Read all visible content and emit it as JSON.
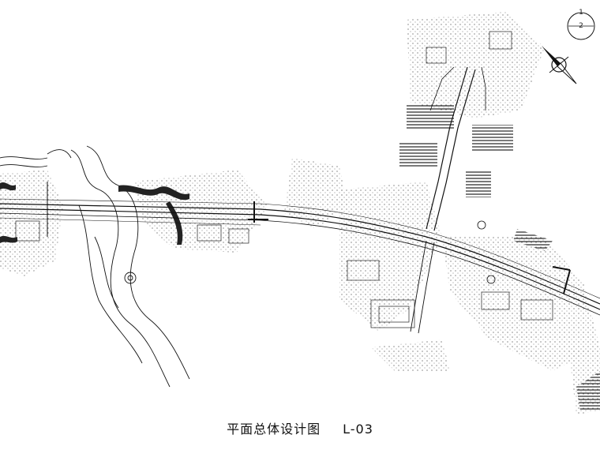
{
  "drawing": {
    "caption_title": "平面总体设计图",
    "caption_code": "L-03",
    "sheet_number": "1",
    "sheet_total": "2",
    "icons": [
      "north-arrow-icon",
      "sheet-index-circle-icon"
    ],
    "colors": {
      "linework": "#111111",
      "fill": "#222222",
      "background": "#ffffff"
    }
  }
}
